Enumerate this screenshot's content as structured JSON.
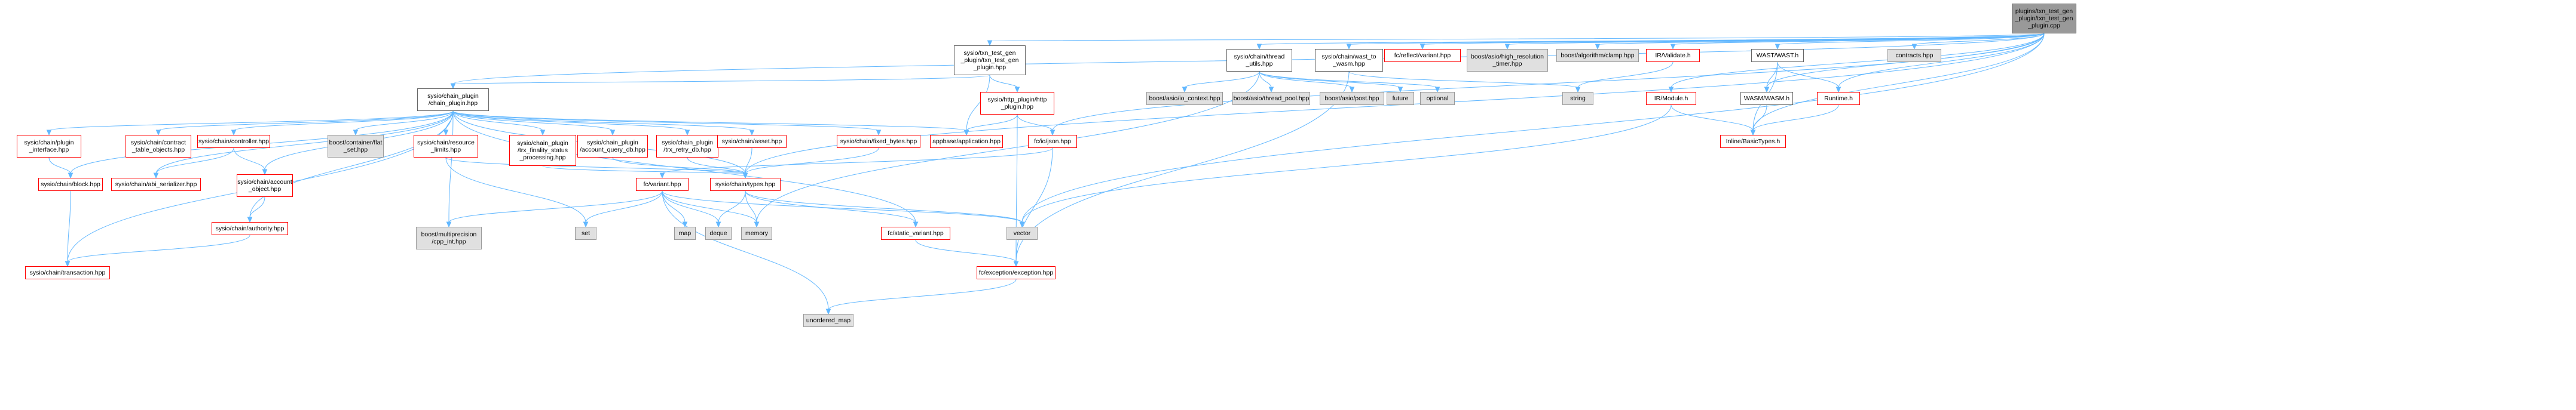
{
  "graph": {
    "colors": {
      "edge": "#63b8ff",
      "root_fill": "#999999",
      "external_fill": "#e0e0e0",
      "missing_border": "#ff0000",
      "normal_border": "#666666"
    },
    "nodes": [
      {
        "id": "root",
        "label": "plugins/txn_test_gen\n_plugin/txn_test_gen\n_plugin.cpp",
        "kind": "root"
      },
      {
        "id": "txn_hpp",
        "label": "sysio/txn_test_gen\n_plugin/txn_test_gen\n_plugin.hpp",
        "kind": "local"
      },
      {
        "id": "chain_plugin",
        "label": "sysio/chain_plugin\n/chain_plugin.hpp",
        "kind": "local"
      },
      {
        "id": "thread_utils",
        "label": "sysio/chain/thread\n_utils.hpp",
        "kind": "local"
      },
      {
        "id": "wast_to_wasm",
        "label": "sysio/chain/wast_to\n_wasm.hpp",
        "kind": "local"
      },
      {
        "id": "fc_reflect_variant",
        "label": "fc/reflect/variant.hpp",
        "kind": "red"
      },
      {
        "id": "boost_hrt",
        "label": "boost/asio/high_resolution\n_timer.hpp",
        "kind": "ext"
      },
      {
        "id": "boost_clamp",
        "label": "boost/algorithm/clamp.hpp",
        "kind": "ext"
      },
      {
        "id": "ir_validate",
        "label": "IR/Validate.h",
        "kind": "red"
      },
      {
        "id": "wast_h",
        "label": "WAST/WAST.h",
        "kind": "local"
      },
      {
        "id": "contracts_hpp",
        "label": "contracts.hpp",
        "kind": "ext"
      },
      {
        "id": "http_plugin",
        "label": "sysio/http_plugin/http\n_plugin.hpp",
        "kind": "red"
      },
      {
        "id": "boost_io_context",
        "label": "boost/asio/io_context.hpp",
        "kind": "ext"
      },
      {
        "id": "boost_thread_pool",
        "label": "boost/asio/thread_pool.hpp",
        "kind": "ext"
      },
      {
        "id": "boost_post",
        "label": "boost/asio/post.hpp",
        "kind": "ext"
      },
      {
        "id": "future",
        "label": "future",
        "kind": "ext"
      },
      {
        "id": "optional",
        "label": "optional",
        "kind": "ext"
      },
      {
        "id": "string",
        "label": "string",
        "kind": "ext"
      },
      {
        "id": "wasm_h",
        "label": "WASM/WASM.h",
        "kind": "local"
      },
      {
        "id": "ir_module",
        "label": "IR/Module.h",
        "kind": "red"
      },
      {
        "id": "runtime_h",
        "label": "Runtime.h",
        "kind": "red"
      },
      {
        "id": "plugin_interface",
        "label": "sysio/chain/plugin\n_interface.hpp",
        "kind": "red"
      },
      {
        "id": "contract_table",
        "label": "sysio/chain/contract\n_table_objects.hpp",
        "kind": "red"
      },
      {
        "id": "controller",
        "label": "sysio/chain/controller.hpp",
        "kind": "red"
      },
      {
        "id": "flat_set",
        "label": "boost/container/flat\n_set.hpp",
        "kind": "ext"
      },
      {
        "id": "resource_limits",
        "label": "sysio/chain/resource\n_limits.hpp",
        "kind": "red"
      },
      {
        "id": "trx_finality",
        "label": "sysio/chain_plugin\n/trx_finality_status\n_processing.hpp",
        "kind": "red"
      },
      {
        "id": "account_query_db",
        "label": "sysio/chain_plugin\n/account_query_db.hpp",
        "kind": "red"
      },
      {
        "id": "trx_retry_db",
        "label": "sysio/chain_plugin\n/trx_retry_db.hpp",
        "kind": "red"
      },
      {
        "id": "asset",
        "label": "sysio/chain/asset.hpp",
        "kind": "red"
      },
      {
        "id": "fixed_bytes",
        "label": "sysio/chain/fixed_bytes.hpp",
        "kind": "red"
      },
      {
        "id": "appbase",
        "label": "appbase/application.hpp",
        "kind": "red"
      },
      {
        "id": "fc_json",
        "label": "fc/io/json.hpp",
        "kind": "red"
      },
      {
        "id": "basic_types",
        "label": "Inline/BasicTypes.h",
        "kind": "red"
      },
      {
        "id": "block_hpp",
        "label": "sysio/chain/block.hpp",
        "kind": "red"
      },
      {
        "id": "abi_serializer",
        "label": "sysio/chain/abi_serializer.hpp",
        "kind": "red"
      },
      {
        "id": "account_object",
        "label": "sysio/chain/account\n_object.hpp",
        "kind": "red"
      },
      {
        "id": "fc_variant",
        "label": "fc/variant.hpp",
        "kind": "red"
      },
      {
        "id": "chain_types",
        "label": "sysio/chain/types.hpp",
        "kind": "red"
      },
      {
        "id": "authority",
        "label": "sysio/chain/authority.hpp",
        "kind": "red"
      },
      {
        "id": "multiprecision",
        "label": "boost/multiprecision\n/cpp_int.hpp",
        "kind": "ext"
      },
      {
        "id": "set",
        "label": "set",
        "kind": "ext"
      },
      {
        "id": "map",
        "label": "map",
        "kind": "ext"
      },
      {
        "id": "deque",
        "label": "deque",
        "kind": "ext"
      },
      {
        "id": "memory",
        "label": "memory",
        "kind": "ext"
      },
      {
        "id": "static_variant",
        "label": "fc/static_variant.hpp",
        "kind": "red"
      },
      {
        "id": "vector",
        "label": "vector",
        "kind": "ext"
      },
      {
        "id": "transaction",
        "label": "sysio/chain/transaction.hpp",
        "kind": "red"
      },
      {
        "id": "fc_exception",
        "label": "fc/exception/exception.hpp",
        "kind": "red"
      },
      {
        "id": "unordered_map",
        "label": "unordered_map",
        "kind": "ext"
      }
    ],
    "edges": [
      [
        "root",
        "txn_hpp"
      ],
      [
        "root",
        "chain_plugin"
      ],
      [
        "root",
        "thread_utils"
      ],
      [
        "root",
        "wast_to_wasm"
      ],
      [
        "root",
        "fc_reflect_variant"
      ],
      [
        "root",
        "boost_hrt"
      ],
      [
        "root",
        "boost_clamp"
      ],
      [
        "root",
        "ir_validate"
      ],
      [
        "root",
        "wast_h"
      ],
      [
        "root",
        "wasm_h"
      ],
      [
        "root",
        "runtime_h"
      ],
      [
        "root",
        "contracts_hpp"
      ],
      [
        "root",
        "ir_module"
      ],
      [
        "root",
        "basic_types"
      ],
      [
        "root",
        "fc_json"
      ],
      [
        "root",
        "chain_types"
      ],
      [
        "root",
        "vector"
      ],
      [
        "txn_hpp",
        "chain_plugin"
      ],
      [
        "txn_hpp",
        "http_plugin"
      ],
      [
        "txn_hpp",
        "appbase"
      ],
      [
        "chain_plugin",
        "plugin_interface"
      ],
      [
        "chain_plugin",
        "contract_table"
      ],
      [
        "chain_plugin",
        "controller"
      ],
      [
        "chain_plugin",
        "flat_set"
      ],
      [
        "chain_plugin",
        "resource_limits"
      ],
      [
        "chain_plugin",
        "trx_finality"
      ],
      [
        "chain_plugin",
        "account_query_db"
      ],
      [
        "chain_plugin",
        "trx_retry_db"
      ],
      [
        "chain_plugin",
        "asset"
      ],
      [
        "chain_plugin",
        "fixed_bytes"
      ],
      [
        "chain_plugin",
        "appbase"
      ],
      [
        "chain_plugin",
        "block_hpp"
      ],
      [
        "chain_plugin",
        "abi_serializer"
      ],
      [
        "chain_plugin",
        "account_object"
      ],
      [
        "chain_plugin",
        "authority"
      ],
      [
        "chain_plugin",
        "multiprecision"
      ],
      [
        "chain_plugin",
        "transaction"
      ],
      [
        "chain_plugin",
        "static_variant"
      ],
      [
        "chain_plugin",
        "chain_types"
      ],
      [
        "thread_utils",
        "boost_io_context"
      ],
      [
        "thread_utils",
        "boost_thread_pool"
      ],
      [
        "thread_utils",
        "boost_post"
      ],
      [
        "thread_utils",
        "future"
      ],
      [
        "thread_utils",
        "optional"
      ],
      [
        "thread_utils",
        "memory"
      ],
      [
        "wast_to_wasm",
        "string"
      ],
      [
        "wast_to_wasm",
        "fc_exception"
      ],
      [
        "ir_validate",
        "string"
      ],
      [
        "wast_h",
        "wasm_h"
      ],
      [
        "wast_h",
        "runtime_h"
      ],
      [
        "wast_h",
        "basic_types"
      ],
      [
        "wasm_h",
        "basic_types"
      ],
      [
        "runtime_h",
        "basic_types"
      ],
      [
        "ir_module",
        "basic_types"
      ],
      [
        "ir_module",
        "vector"
      ],
      [
        "http_plugin",
        "appbase"
      ],
      [
        "http_plugin",
        "fc_json"
      ],
      [
        "http_plugin",
        "fc_exception"
      ],
      [
        "plugin_interface",
        "block_hpp"
      ],
      [
        "block_hpp",
        "transaction"
      ],
      [
        "controller",
        "abi_serializer"
      ],
      [
        "controller",
        "account_object"
      ],
      [
        "account_object",
        "authority"
      ],
      [
        "authority",
        "transaction"
      ],
      [
        "resource_limits",
        "chain_types"
      ],
      [
        "resource_limits",
        "set"
      ],
      [
        "trx_finality",
        "chain_types"
      ],
      [
        "account_query_db",
        "chain_types"
      ],
      [
        "trx_retry_db",
        "chain_types"
      ],
      [
        "asset",
        "chain_types"
      ],
      [
        "fixed_bytes",
        "chain_types"
      ],
      [
        "fc_json",
        "fc_variant"
      ],
      [
        "fc_json",
        "fc_exception"
      ],
      [
        "fc_variant",
        "multiprecision"
      ],
      [
        "fc_variant",
        "set"
      ],
      [
        "fc_variant",
        "map"
      ],
      [
        "fc_variant",
        "deque"
      ],
      [
        "fc_variant",
        "memory"
      ],
      [
        "fc_variant",
        "vector"
      ],
      [
        "fc_variant",
        "unordered_map"
      ],
      [
        "chain_types",
        "static_variant"
      ],
      [
        "chain_types",
        "deque"
      ],
      [
        "chain_types",
        "memory"
      ],
      [
        "chain_types",
        "vector"
      ],
      [
        "static_variant",
        "fc_exception"
      ],
      [
        "fc_exception",
        "unordered_map"
      ]
    ]
  }
}
